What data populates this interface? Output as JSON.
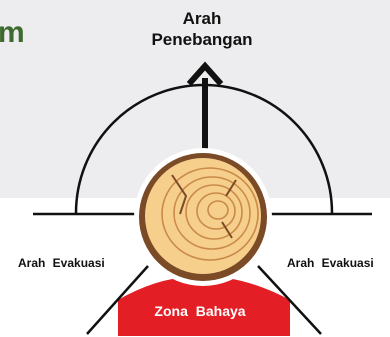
{
  "header": {
    "corner_text": "m",
    "felling_direction_line1": "Arah",
    "felling_direction_line2": "Penebangan"
  },
  "labels": {
    "evacuation_left": "Arah Evakuasi",
    "evacuation_right": "Arah Evakuasi",
    "danger_zone": "Zona Bahaya"
  },
  "colors": {
    "background_top": "#ededef",
    "accent_green": "#3d6b2e",
    "danger_red": "#e41e25",
    "wood_light": "#f6cf8c",
    "wood_bark": "#7b4a26",
    "line_dark": "#111111"
  },
  "icons": {
    "arrow": "arrow-up-icon",
    "log": "tree-stump-icon"
  }
}
